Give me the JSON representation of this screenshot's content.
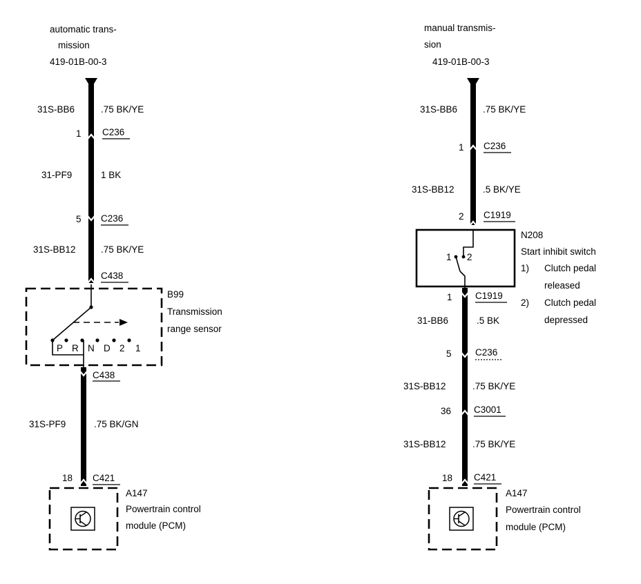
{
  "left": {
    "title_line1": "automatic trans-",
    "title_line2": "mission",
    "ref": "419-01B-00-3",
    "w1_code": "31S-BB6",
    "w1_spec": ".75 BK/YE",
    "c1_pin": "1",
    "c1_name": "C236",
    "w2_code": "31-PF9",
    "w2_spec": "1 BK",
    "c2_pin": "5",
    "c2_name": "C236",
    "w3_code": "31S-BB12",
    "w3_spec": ".75 BK/YE",
    "c3_name": "C438",
    "sensor_id": "B99",
    "sensor_name_1": "Transmission",
    "sensor_name_2": "range sensor",
    "positions": [
      "P",
      "R",
      "N",
      "D",
      "2",
      "1"
    ],
    "c4_name": "C438",
    "w4_code": "31S-PF9",
    "w4_spec": ".75 BK/GN",
    "c5_pin": "18",
    "c5_name": "C421",
    "module_id": "A147",
    "module_name_1": "Powertrain control",
    "module_name_2": "module (PCM)"
  },
  "right": {
    "title_line1": "manual transmis-",
    "title_line2": "sion",
    "ref": "419-01B-00-3",
    "w1_code": "31S-BB6",
    "w1_spec": ".75 BK/YE",
    "c1_pin": "1",
    "c1_name": "C236",
    "w2_code": "31S-BB12",
    "w2_spec": ".5 BK/YE",
    "c2_pin": "2",
    "c2_name": "C1919",
    "switch_id": "N208",
    "switch_name": "Start inhibit switch",
    "switch_pin1": "1",
    "switch_pin2": "2",
    "note1_num": "1)",
    "note1_line1": "Clutch pedal",
    "note1_line2": "released",
    "note2_num": "2)",
    "note2_line1": "Clutch pedal",
    "note2_line2": "depressed",
    "c3_pin": "1",
    "c3_name": "C1919",
    "w3_code": "31-BB6",
    "w3_spec": ".5 BK",
    "c4_pin": "5",
    "c4_name": "C236",
    "w4_code": "31S-BB12",
    "w4_spec": ".75 BK/YE",
    "c5_pin": "36",
    "c5_name": "C3001",
    "w5_code": "31S-BB12",
    "w5_spec": ".75 BK/YE",
    "c6_pin": "18",
    "c6_name": "C421",
    "module_id": "A147",
    "module_name_1": "Powertrain control",
    "module_name_2": "module (PCM)"
  }
}
